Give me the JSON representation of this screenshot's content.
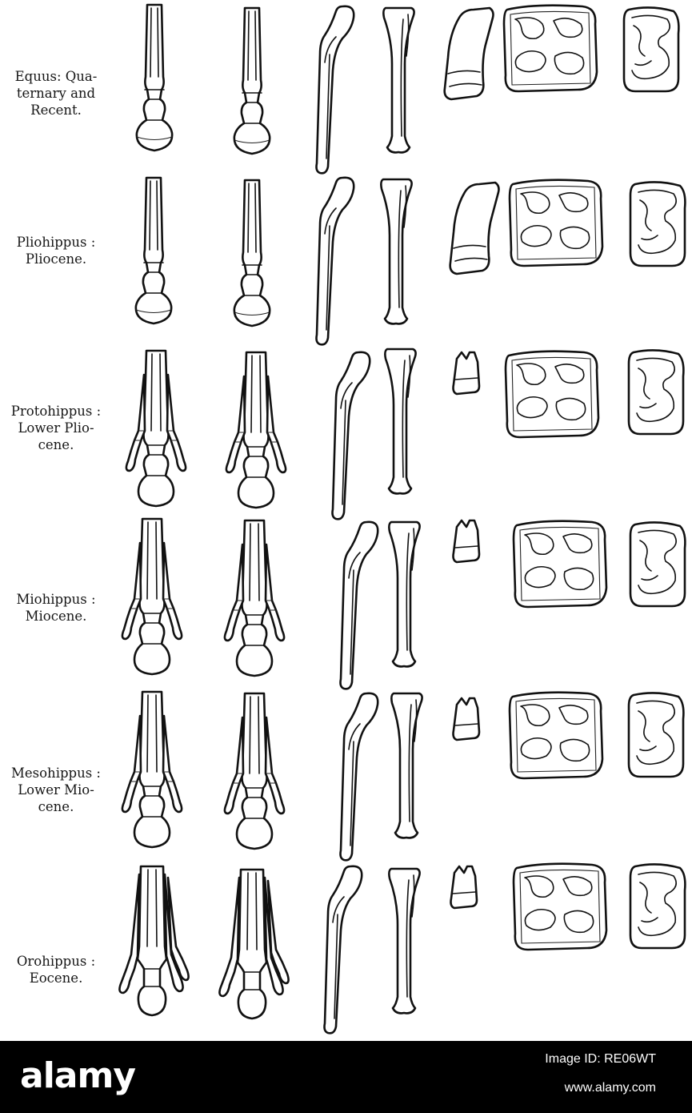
{
  "rows": [
    {
      "genus": "Equus: Qua-",
      "line2": "ternary and",
      "line3": "Recent."
    },
    {
      "genus": "Pliohippus :",
      "line2": "Pliocene.",
      "line3": ""
    },
    {
      "genus": "Protohippus :",
      "line2": "Lower Plio-",
      "line3": "cene."
    },
    {
      "genus": "Miohippus :",
      "line2": "Miocene.",
      "line3": ""
    },
    {
      "genus": "Mesohippus :",
      "line2": "Lower Mio-",
      "line3": "cene."
    },
    {
      "genus": "Orohippus :",
      "line2": "Eocene.",
      "line3": ""
    }
  ],
  "footer": {
    "brand": "alamy",
    "image_id": "Image ID: RE06WT",
    "site": "www.alamy.com"
  }
}
